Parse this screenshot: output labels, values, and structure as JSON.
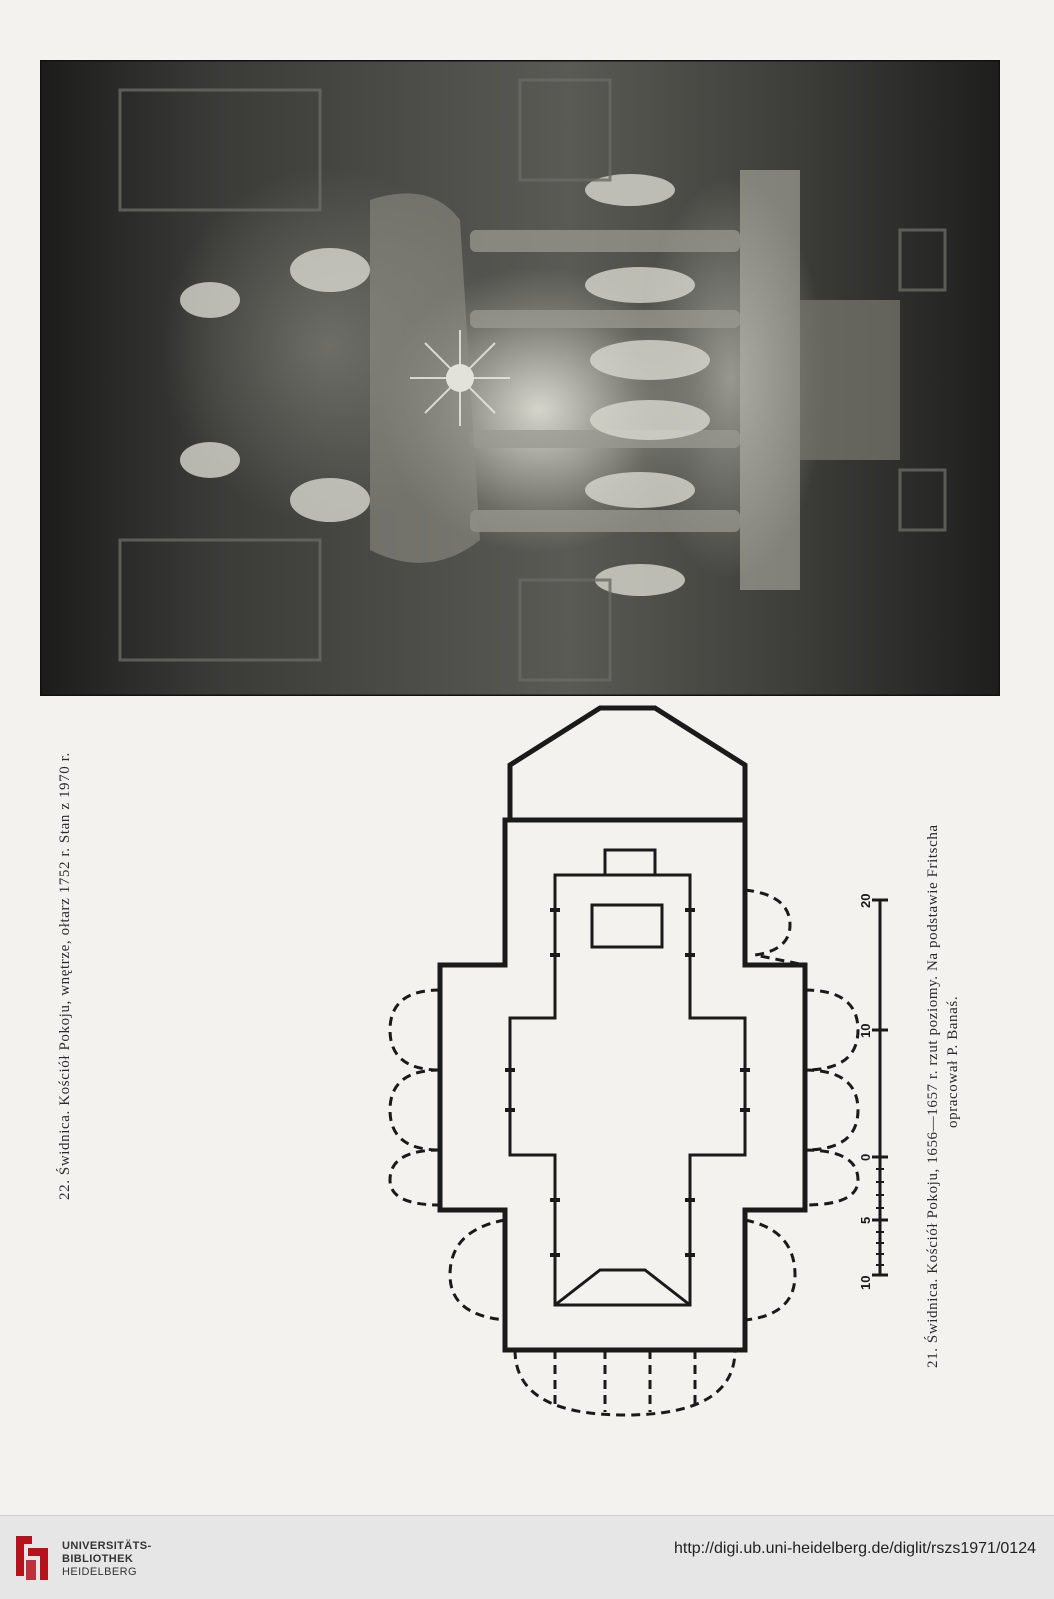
{
  "captions": {
    "fig22": "22. Świdnica. Kościół Pokoju, wnętrze, ołtarz 1752 r. Stan z 1970 r.",
    "fig21_line1": "21. Świdnica. Kościół Pokoju, 1656—1657 r. rzut poziomy. Na podstawie Fritscha",
    "fig21_line2": "opracował P. Banaś."
  },
  "scale_bar": {
    "labels": [
      "10",
      "5",
      "0",
      "10",
      "20"
    ]
  },
  "footer": {
    "library_line1": "UNIVERSITÄTS-",
    "library_line2": "BIBLIOTHEK",
    "library_line3": "HEIDELBERG",
    "url": "http://digi.ub.uni-heidelberg.de/diglit/rszs1971/0124"
  },
  "colors": {
    "logo_red": "#b5121b",
    "ink": "#1a1a1a"
  }
}
